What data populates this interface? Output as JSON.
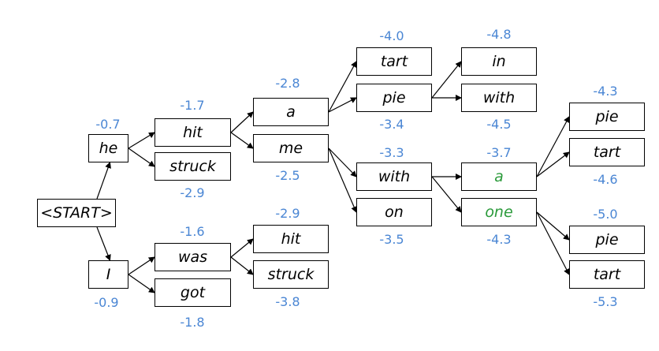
{
  "colors": {
    "score": "#4a86d4",
    "highlight": "#2a9a3a",
    "node_text": "#000000"
  },
  "nodes": {
    "start": {
      "label": "<START>"
    },
    "he": {
      "label": "he",
      "score": "-0.7"
    },
    "I": {
      "label": "I",
      "score": "-0.9"
    },
    "hit1": {
      "label": "hit",
      "score": "-1.7"
    },
    "struck1": {
      "label": "struck",
      "score": "-2.9"
    },
    "was": {
      "label": "was",
      "score": "-1.6"
    },
    "got": {
      "label": "got",
      "score": "-1.8"
    },
    "a1": {
      "label": "a",
      "score": "-2.8"
    },
    "me": {
      "label": "me",
      "score": "-2.5"
    },
    "hit2": {
      "label": "hit",
      "score": "-2.9"
    },
    "struck2": {
      "label": "struck",
      "score": "-3.8"
    },
    "tart1": {
      "label": "tart",
      "score": "-4.0"
    },
    "pie1": {
      "label": "pie",
      "score": "-3.4"
    },
    "with1": {
      "label": "with",
      "score": "-3.3"
    },
    "on": {
      "label": "on",
      "score": "-3.5"
    },
    "in": {
      "label": "in",
      "score": "-4.8"
    },
    "with2": {
      "label": "with",
      "score": "-4.5"
    },
    "a2": {
      "label": "a",
      "score": "-3.7",
      "highlight": true
    },
    "one": {
      "label": "one",
      "score": "-4.3",
      "highlight": true
    },
    "pie2": {
      "label": "pie",
      "score": "-4.3"
    },
    "tart2": {
      "label": "tart",
      "score": "-4.6"
    },
    "pie3": {
      "label": "pie",
      "score": "-5.0"
    },
    "tart3": {
      "label": "tart",
      "score": "-5.3"
    }
  },
  "edges": [
    [
      "start",
      "he"
    ],
    [
      "start",
      "I"
    ],
    [
      "he",
      "hit1"
    ],
    [
      "he",
      "struck1"
    ],
    [
      "I",
      "was"
    ],
    [
      "I",
      "got"
    ],
    [
      "hit1",
      "a1"
    ],
    [
      "hit1",
      "me"
    ],
    [
      "was",
      "hit2"
    ],
    [
      "was",
      "struck2"
    ],
    [
      "a1",
      "tart1"
    ],
    [
      "a1",
      "pie1"
    ],
    [
      "me",
      "with1"
    ],
    [
      "me",
      "on"
    ],
    [
      "pie1",
      "in"
    ],
    [
      "pie1",
      "with2"
    ],
    [
      "with1",
      "a2"
    ],
    [
      "with1",
      "one"
    ],
    [
      "a2",
      "pie2"
    ],
    [
      "a2",
      "tart2"
    ],
    [
      "one",
      "pie3"
    ],
    [
      "one",
      "tart3"
    ]
  ]
}
